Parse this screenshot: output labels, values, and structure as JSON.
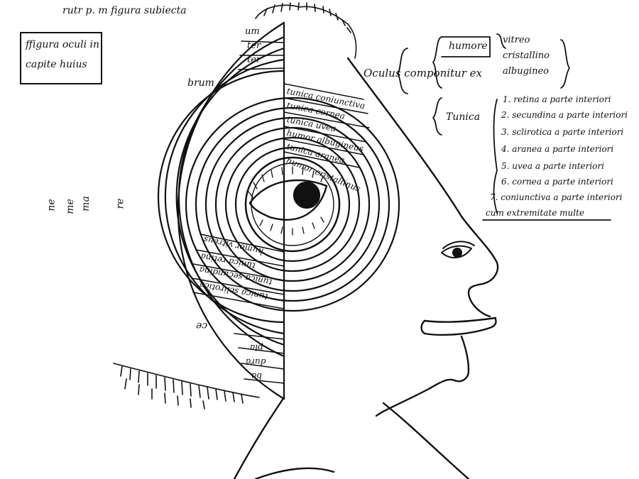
{
  "top_line": "rutr p. m figura subiecta",
  "title_box": {
    "line1": "ffigura oculi in",
    "line2": "capite huius"
  },
  "segment_labels": {
    "um": "um",
    "ter1": "ter",
    "ter2": "ter",
    "brum": "brum",
    "re": "re",
    "ma": "ma",
    "me": "me",
    "ne": "ne",
    "ce": "ce",
    "pia": "pia",
    "dura": "dura",
    "ba": "ba"
  },
  "right_half_layers": [
    "tunica coniunctiva",
    "tunica cornea",
    "tunica uvea",
    "humor albugineus",
    "tunica aranea",
    "humor cristallinus"
  ],
  "left_half_layers": [
    "humor vitreus",
    "tunica retina",
    "tunica secundina",
    "tunica sclirotica"
  ],
  "schema": {
    "main_label": "Oculus componitur ex",
    "humore_label": "humore",
    "humores": [
      "vitreo",
      "cristallino",
      "albugineo"
    ],
    "tunica_label": "Tunica",
    "tunicae": [
      "1. retina a parte interiori",
      "2. secundina a parte interiori",
      "3. sclirotica a parte interiori",
      "4. aranea a parte interiori",
      "5. uvea a parte interiori",
      "6. cornea a parte interiori",
      "7. coniunctiva a parte interiori"
    ],
    "footer": "cum extremitate multe"
  }
}
